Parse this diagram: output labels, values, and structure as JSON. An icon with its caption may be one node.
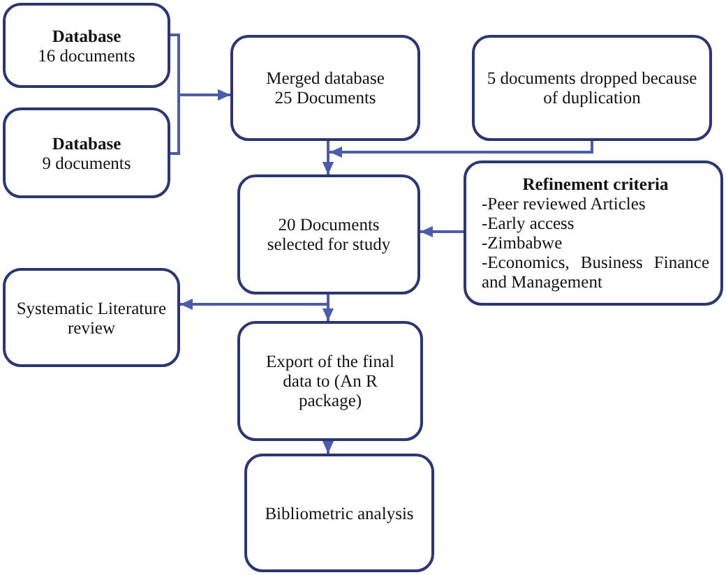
{
  "diagram": {
    "nodes": [
      {
        "text": [
          "Database",
          "16 documents"
        ]
      },
      {
        "text": [
          "Database",
          "9 documents"
        ]
      },
      {
        "text": [
          "Merged database",
          "25 Documents"
        ]
      },
      {
        "text": [
          "5 documents dropped because of duplication"
        ]
      },
      {
        "text": [
          "20 Documents selected for study"
        ]
      },
      {
        "text": [
          "Refinement criteria",
          "-Peer reviewed Articles",
          "-Early access",
          "-Zimbabwe",
          "-Economics, Business Finance and Management"
        ]
      },
      {
        "text": [
          "Systematic Literature review"
        ]
      },
      {
        "text": [
          "Export of the final data to (An R package)"
        ]
      },
      {
        "text": [
          "Bibliometric analysis"
        ]
      }
    ],
    "edges": [
      {
        "from": 0,
        "to": 2,
        "arrow": "to"
      },
      {
        "from": 1,
        "to": 2,
        "arrow": "to"
      },
      {
        "from": 3,
        "to": 4,
        "arrow": "to"
      },
      {
        "from": 2,
        "to": 4,
        "arrow": "to"
      },
      {
        "from": 5,
        "to": 4,
        "arrow": "to"
      },
      {
        "from": 4,
        "to": 6,
        "arrow": "to"
      },
      {
        "from": 4,
        "to": 7,
        "arrow": "to"
      },
      {
        "from": 7,
        "to": 8,
        "arrow": "to"
      }
    ]
  }
}
